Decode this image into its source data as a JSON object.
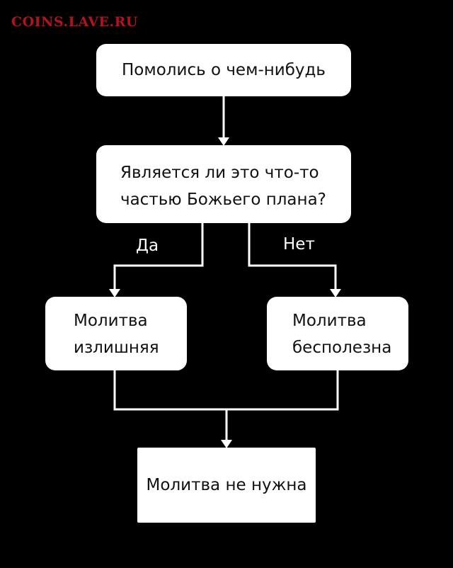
{
  "watermark": "COINS.LAVE.RU",
  "start": {
    "text": "Помолись о чем-нибудь"
  },
  "question": {
    "line1": "Является ли это что-то",
    "line2": "частью Божьего плана?"
  },
  "yes_label": "Да",
  "no_label": "Нет",
  "yes_result": {
    "line1": "Молитва",
    "line2": "излишняя"
  },
  "no_result": {
    "line1": "Молитва",
    "line2": "бесполезна"
  },
  "end": {
    "text": "Молитва не нужна"
  }
}
